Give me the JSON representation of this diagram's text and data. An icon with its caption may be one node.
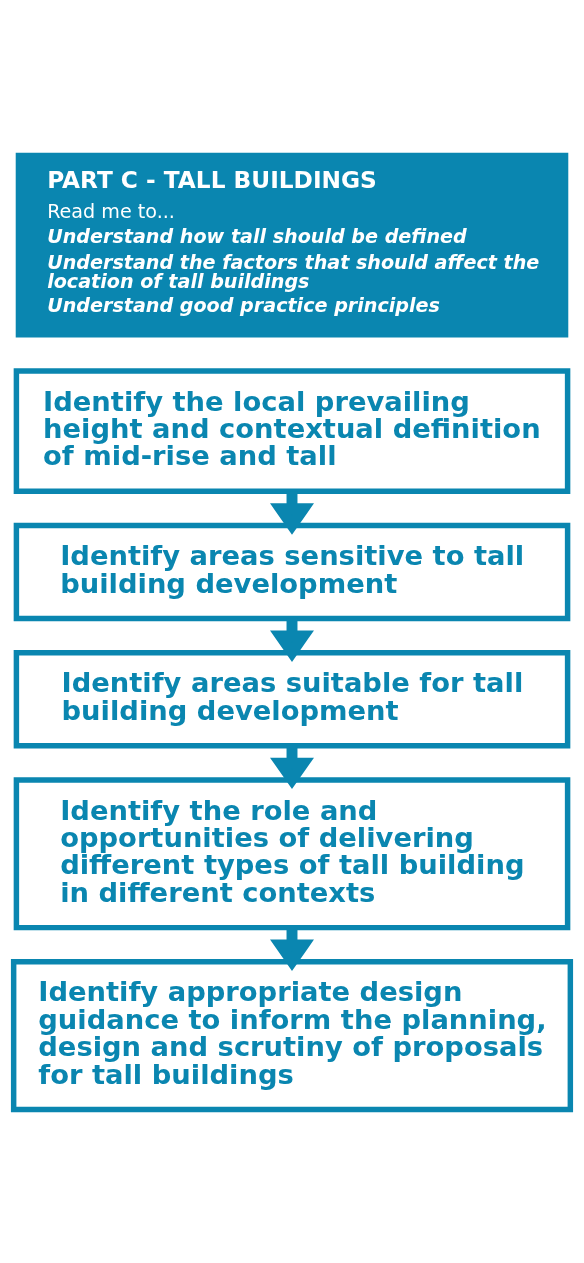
{
  "diagram": {
    "nodes": [
      {
        "text": [
          "PART C - TALL BUILDINGS",
          "Read me to...",
          "Understand how tall should be defined",
          "Understand the factors that should affect the location of tall buildings",
          "Understand good practice principles"
        ]
      },
      {
        "text": [
          "Identify the local prevailing height and contextual definition of mid-rise and tall"
        ]
      },
      {
        "text": [
          "Identify areas sensitive to tall building development"
        ]
      },
      {
        "text": [
          "Identify areas suitable for tall building development"
        ]
      },
      {
        "text": [
          "Identify the role and opportunities of delivering different types of tall building in different contexts"
        ]
      },
      {
        "text": [
          "Identify appropriate design guidance to inform the planning, design and scrutiny of proposals for tall buildings"
        ]
      }
    ],
    "edges": [
      {
        "from": 1,
        "to": 2,
        "arrow": "to"
      },
      {
        "from": 2,
        "to": 3,
        "arrow": "to"
      },
      {
        "from": 3,
        "to": 4,
        "arrow": "to"
      },
      {
        "from": 4,
        "to": 5,
        "arrow": "to"
      }
    ]
  }
}
